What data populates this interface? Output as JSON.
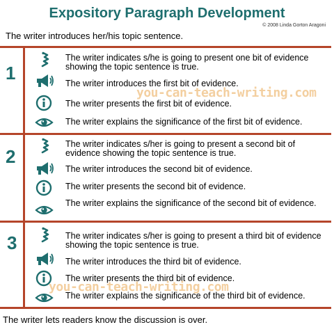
{
  "title": "Expository Paragraph Development",
  "copyright": "© 2008 Linda Gorton Aragoni",
  "intro": "The writer introduces her/his topic sentence.",
  "outro": "The writer lets readers know the discussion is over.",
  "watermark": "you-can-teach-writing.com",
  "colors": {
    "accent": "#b5452a",
    "title": "#1e6e6e",
    "watermark": "#f2c790"
  },
  "sections": [
    {
      "number": "1",
      "steps": [
        {
          "icon": "signpost-icon",
          "text": "The writer indicates s/he is going to present one bit of evidence showing the topic sentence is true."
        },
        {
          "icon": "megaphone-icon",
          "text": "The writer introduces the first bit of evidence."
        },
        {
          "icon": "info-icon",
          "text": "The writer presents the first bit of evidence."
        },
        {
          "icon": "eye-icon",
          "text": "The writer explains the significance of the first bit of evidence."
        }
      ]
    },
    {
      "number": "2",
      "steps": [
        {
          "icon": "signpost-icon",
          "text": "The writer indicates s/her is going to present a second bit of evidence showing the topic sentence is true."
        },
        {
          "icon": "megaphone-icon",
          "text": "The writer introduces the second bit of evidence."
        },
        {
          "icon": "info-icon",
          "text": "The writer presents the second bit of evidence."
        },
        {
          "icon": "eye-icon",
          "text": "The writer explains the significance of the second bit of evidence."
        }
      ]
    },
    {
      "number": "3",
      "steps": [
        {
          "icon": "signpost-icon",
          "text": "The writer indicates s/her is going to present a third bit of evidence showing the topic sentence is true."
        },
        {
          "icon": "megaphone-icon",
          "text": "The writer introduces the third bit of evidence."
        },
        {
          "icon": "info-icon",
          "text": "The writer presents the third bit of evidence."
        },
        {
          "icon": "eye-icon",
          "text": "The writer explains the significance of the third bit of evidence."
        }
      ]
    }
  ]
}
